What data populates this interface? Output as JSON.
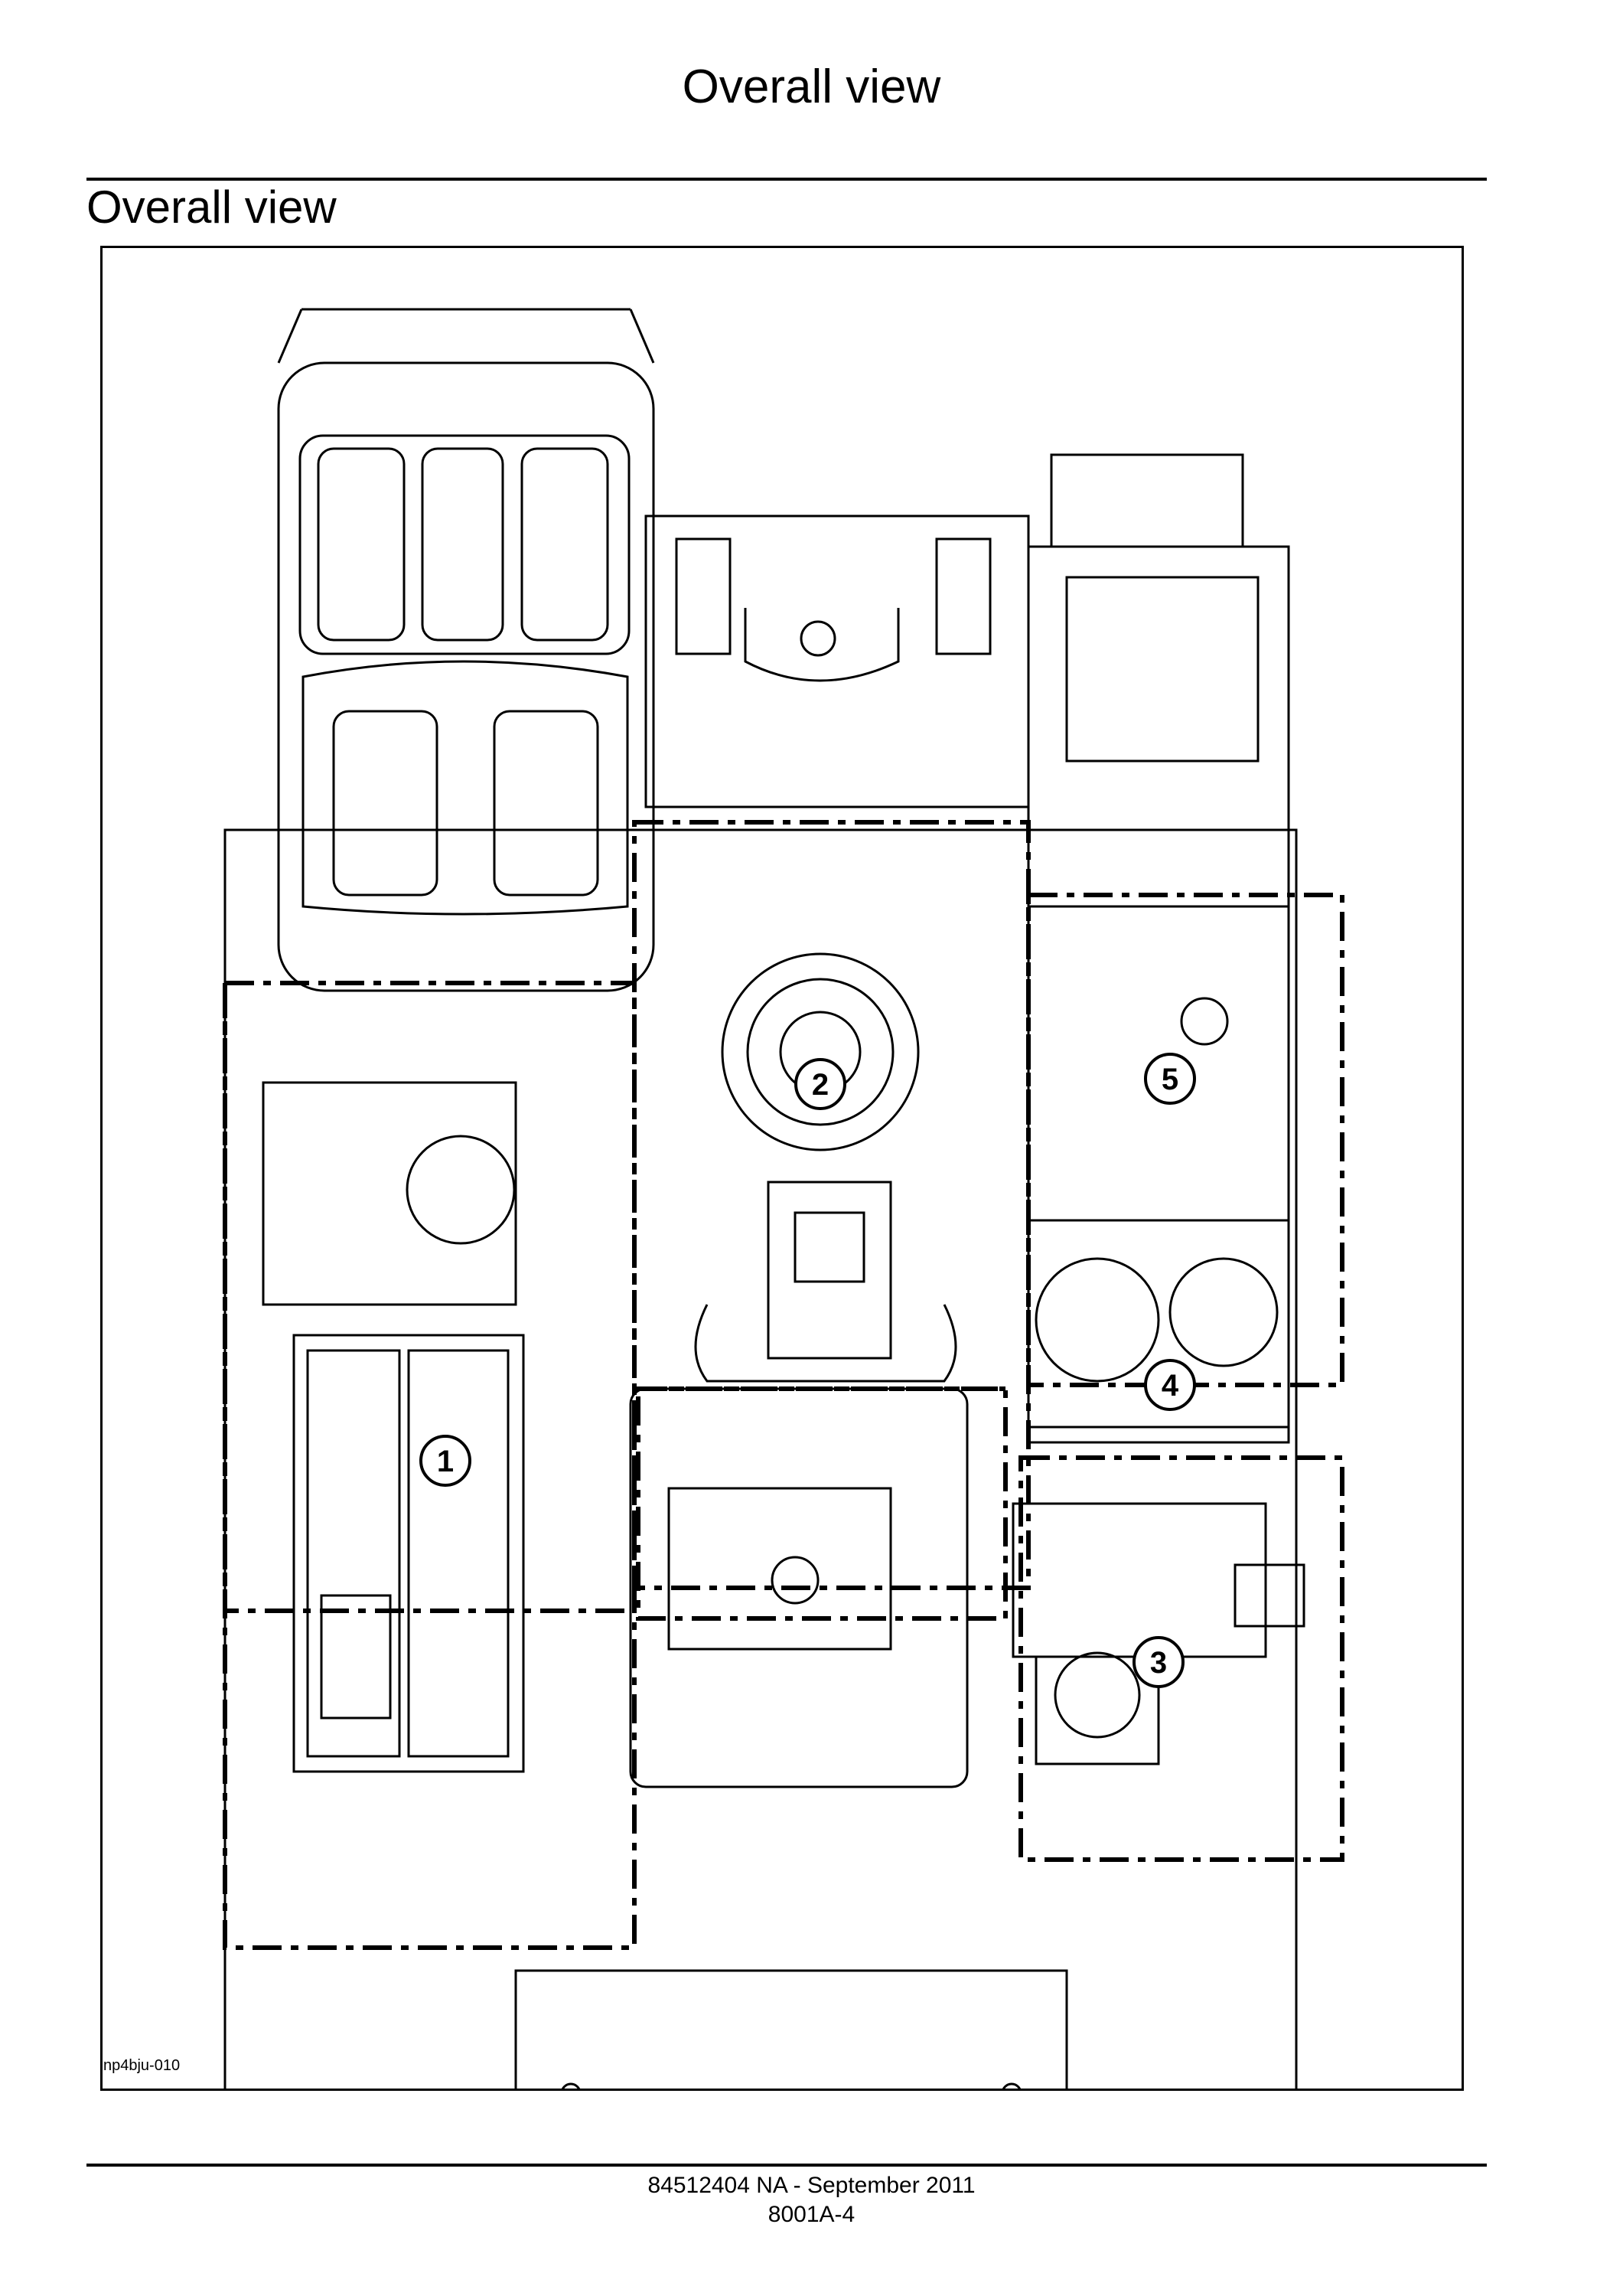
{
  "header": {
    "title": "Overall view"
  },
  "section": {
    "title": "Overall view"
  },
  "figure": {
    "id": "np4bju-010",
    "callouts": [
      "1",
      "2",
      "3",
      "4",
      "5"
    ]
  },
  "footer": {
    "doc_ref": "84512404 NA - September 2011",
    "page_ref": "8001A-4"
  }
}
